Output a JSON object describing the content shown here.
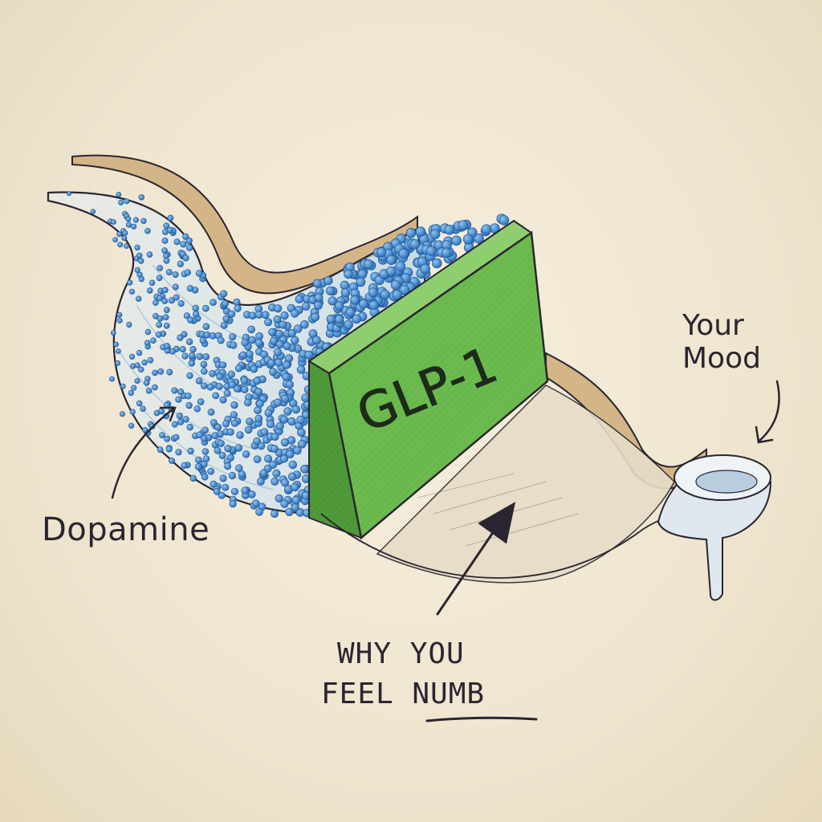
{
  "labels": {
    "dopamine": "Dopamine",
    "mood_line1": "Your",
    "mood_line2": "Mood",
    "numb_line1": "WHY YOU",
    "numb_line2_plain": "FEEL ",
    "numb_line2_emph": "NUMB",
    "block": "GLP-1"
  },
  "colors": {
    "paper": "#efe6d2",
    "ink": "#2a2530",
    "dopamine_blue": "#3f86cf",
    "stream_tint": "#cfe2f2",
    "block_green": "#6cbb4e",
    "channel_tan": "#c9a978"
  },
  "icons": [
    "arrow-dopamine-icon",
    "arrow-mood-icon",
    "arrow-numb-icon",
    "funnel-icon"
  ]
}
